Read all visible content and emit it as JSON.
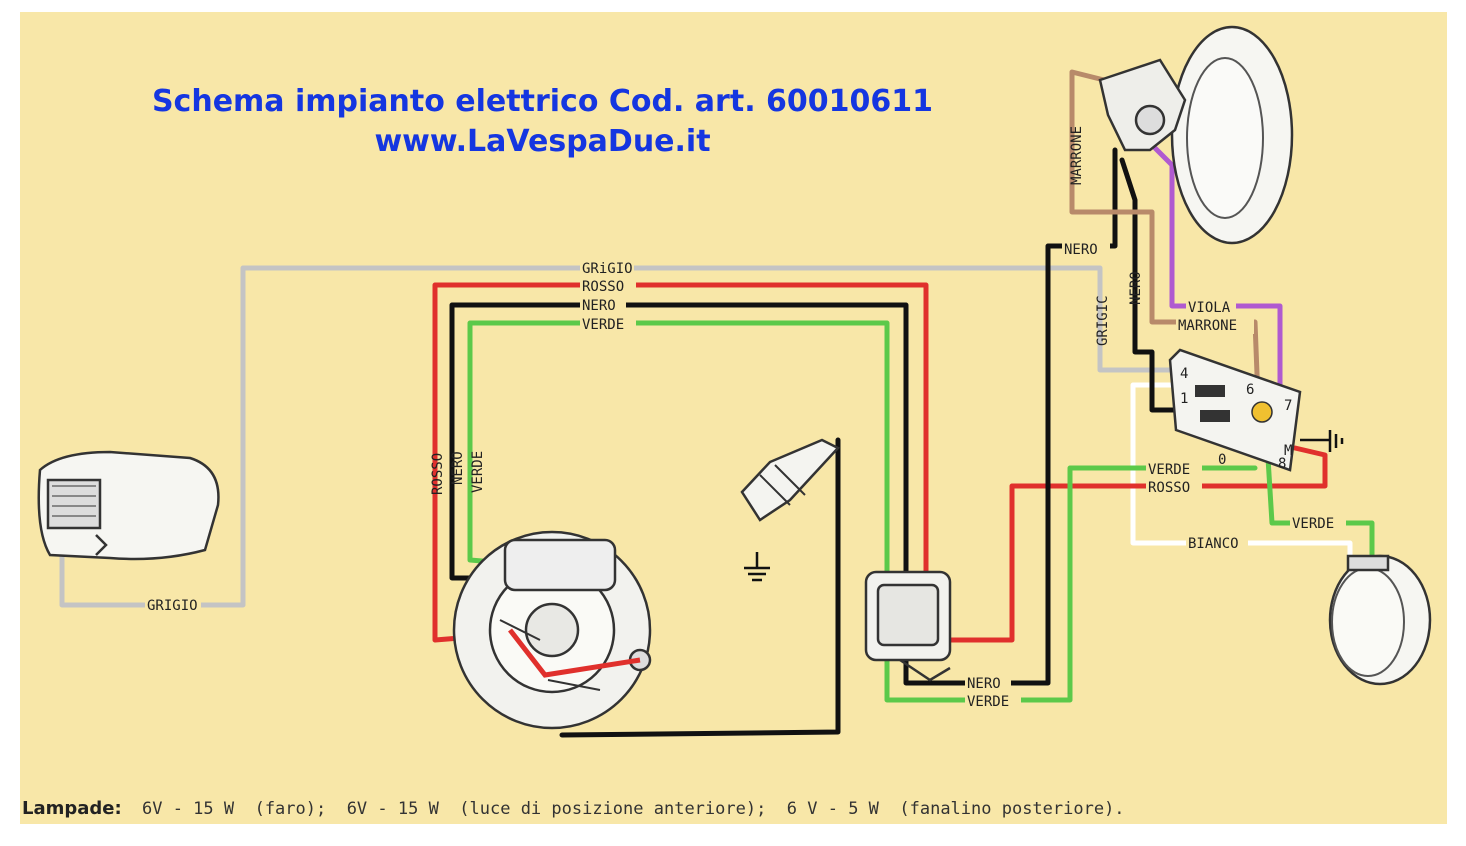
{
  "header": {
    "title": "Schema impianto elettrico Cod. art. 60010611",
    "website": "www.LaVespaDue.it"
  },
  "wires": {
    "grigio": "GRIGIO",
    "grigio_top": "GRiGIO",
    "grigio_vertical": "GRIGIC",
    "rosso": "ROSSO",
    "nero": "NERO",
    "verde": "VERDE",
    "viola": "VIOLA",
    "marrone": "MARRONE",
    "bianco": "BIANCO"
  },
  "terminals": [
    "4",
    "1",
    "6",
    "7",
    "0",
    "M",
    "8"
  ],
  "footer": {
    "label": "Lampade:",
    "text": "6V - 15 W  (faro);  6V - 15 W  (luce di posizione anteriore);  6 V - 5 W  (fanalino posteriore)."
  },
  "colors": {
    "title": "#1536e0",
    "background": "#f8e7a8",
    "grigio": "#c4c4c4",
    "rosso": "#e0302c",
    "nero": "#111111",
    "verde": "#5cc94a",
    "viola": "#b05ad0",
    "marrone": "#b88a6a",
    "bianco": "#ffffff",
    "giallo": "#f0c030"
  },
  "icons": [
    "headlight-icon",
    "tail-light-icon",
    "spark-plug-icon",
    "ground-icon",
    "magneto-icon",
    "coil-icon",
    "switch-icon",
    "horn-icon"
  ]
}
